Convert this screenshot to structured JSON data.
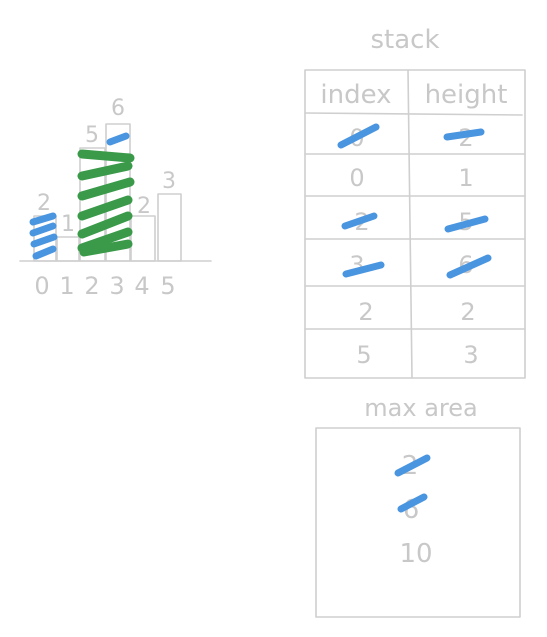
{
  "histogram": {
    "bar_heights": [
      "2",
      "1",
      "5",
      "6",
      "2",
      "3"
    ],
    "indices": [
      "0",
      "1",
      "2",
      "3",
      "4",
      "5"
    ]
  },
  "stack": {
    "title": "stack",
    "headers": [
      "index",
      "height"
    ],
    "rows": [
      {
        "index": "0",
        "height": "2",
        "crossed": true
      },
      {
        "index": "0",
        "height": "1",
        "crossed": false
      },
      {
        "index": "2",
        "height": "5",
        "crossed": true
      },
      {
        "index": "3",
        "height": "6",
        "crossed": true
      },
      {
        "index": "2",
        "height": "2",
        "crossed": false
      },
      {
        "index": "5",
        "height": "3",
        "crossed": false
      }
    ]
  },
  "max_area": {
    "title": "max area",
    "values": [
      {
        "value": "2",
        "crossed": true
      },
      {
        "value": "6",
        "crossed": true
      },
      {
        "value": "10",
        "crossed": false
      }
    ]
  },
  "colors": {
    "sketch": "#cfcfcf",
    "text": "#c8c8c8",
    "scribble_blue": "#4a95e0",
    "scribble_green": "#3a9a4a"
  }
}
